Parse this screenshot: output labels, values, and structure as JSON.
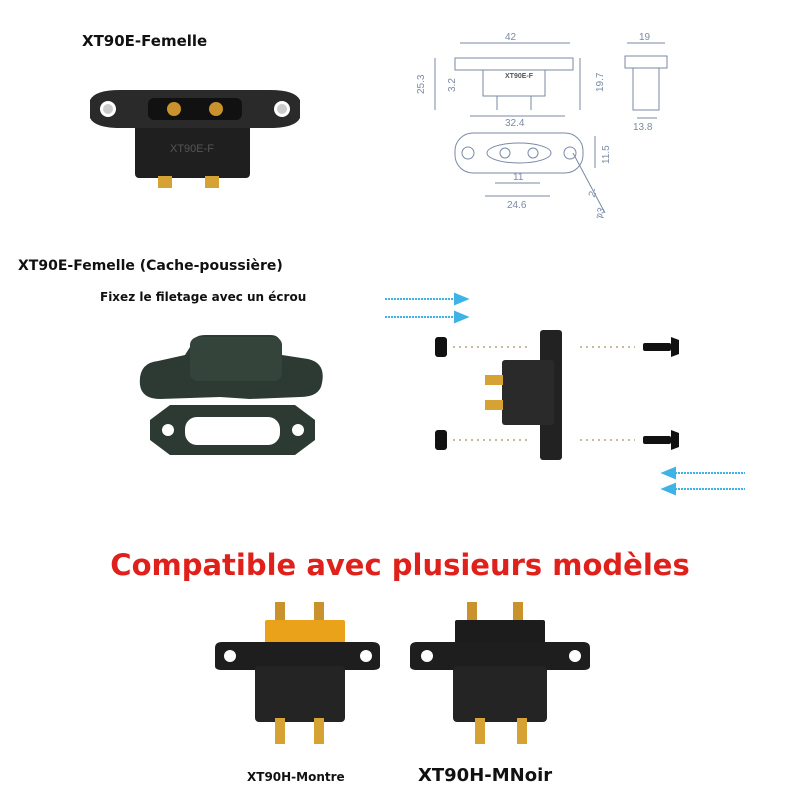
{
  "section1": {
    "title": "XT90E-Femelle",
    "part_marking": "XT90E-F"
  },
  "drawing": {
    "marking": "XT90E-F",
    "dims": {
      "top_width": "42",
      "height_total": "25.3",
      "flange": "3.2",
      "body_height": "19.7",
      "side_width": "19",
      "side_base": "13.8",
      "hole_spacing": "32.4",
      "height_side": "11.5",
      "pin_pitch": "11",
      "base_width": "24.6",
      "hole_count": "2-",
      "hole_dia": "φ3"
    }
  },
  "section2": {
    "title": "XT90E-Femelle (Cache-poussière)",
    "subtitle": "Fixez le filetage avec un écrou"
  },
  "banner": {
    "text": "Compatible avec plusieurs modèles",
    "color": "#e0201b"
  },
  "products": {
    "left_label": "XT90H-Montre",
    "right_label": "XT90H-MNoir"
  },
  "colors": {
    "arrow": "#3fb2e6",
    "dimension_lines": "#7a8aa6"
  }
}
